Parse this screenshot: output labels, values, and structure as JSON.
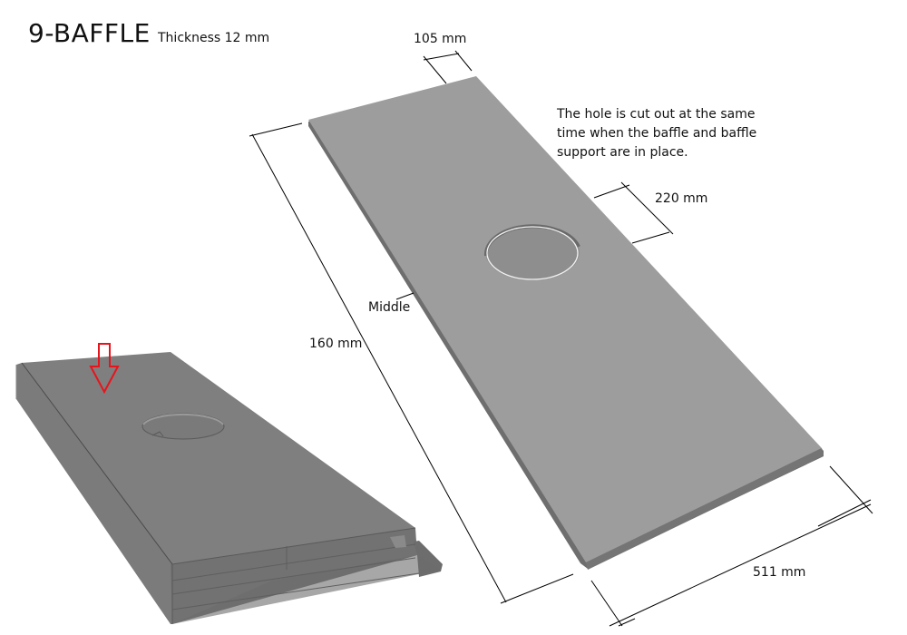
{
  "header": {
    "title": "9-BAFFLE",
    "thickness": "Thickness 12 mm"
  },
  "note": {
    "line1": "The hole is cut out at the same",
    "line2": "time when the baffle and baffle",
    "line3": "support are in place."
  },
  "dimensions": {
    "width_top": "105 mm",
    "hole_offset": "220 mm",
    "middle": "Middle",
    "length": "160 mm",
    "bottom_width": "511 mm"
  },
  "colors": {
    "board_top": "#9b9b9b",
    "board_edge": "#6e6e6e",
    "assembly_top": "#7d7d7d",
    "assembly_side": "#6f6f6f",
    "arrow": "#e8141c",
    "dim_line": "#000000"
  },
  "icons": {
    "arrow": "down-arrow-outline"
  }
}
